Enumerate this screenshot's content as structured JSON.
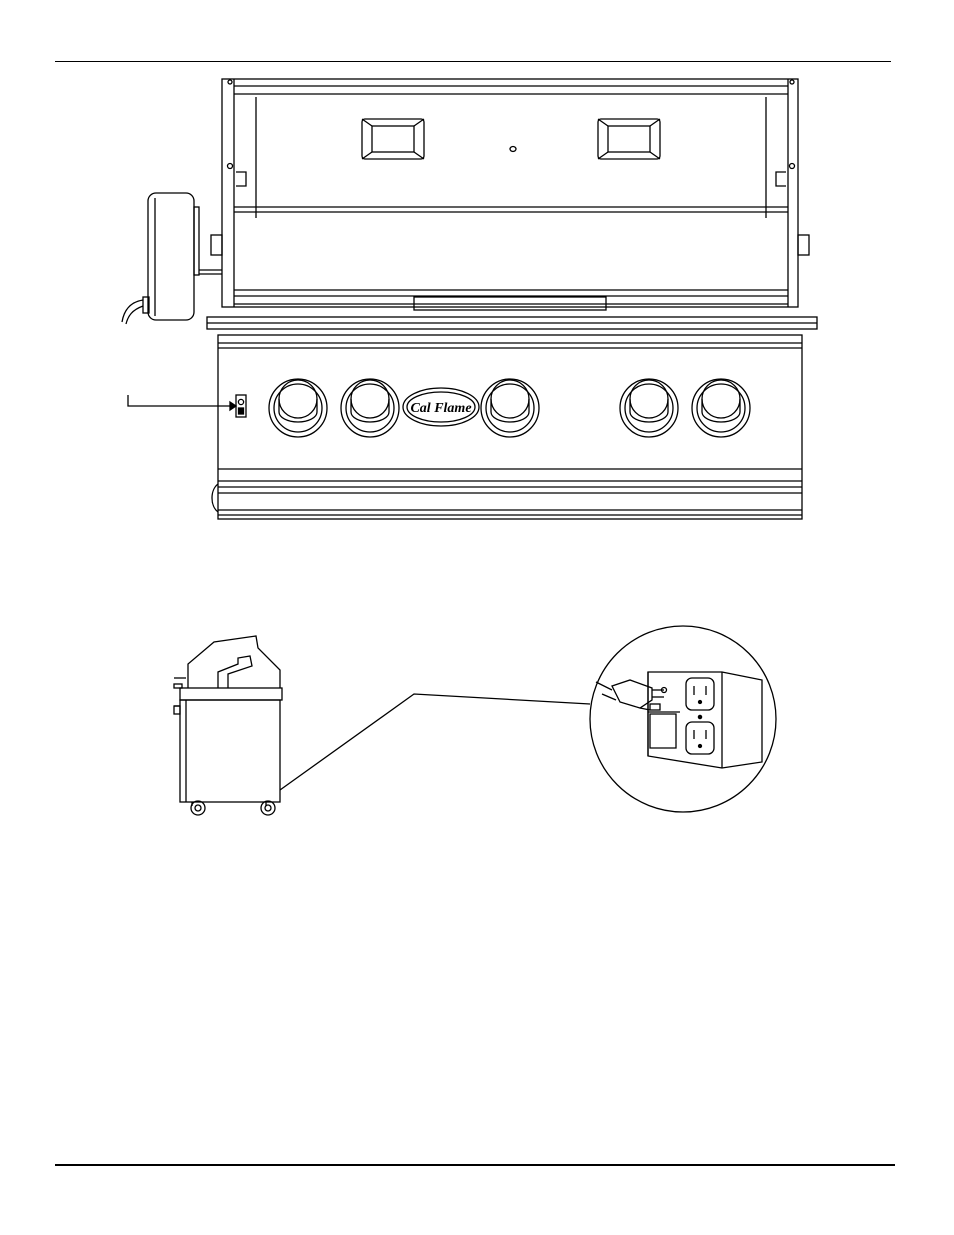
{
  "figure_top": {
    "logo_text": "Cal Flame",
    "burner_knob_count": 5
  },
  "figure_bottom": {
    "outlet_receptacle_count": 2
  }
}
